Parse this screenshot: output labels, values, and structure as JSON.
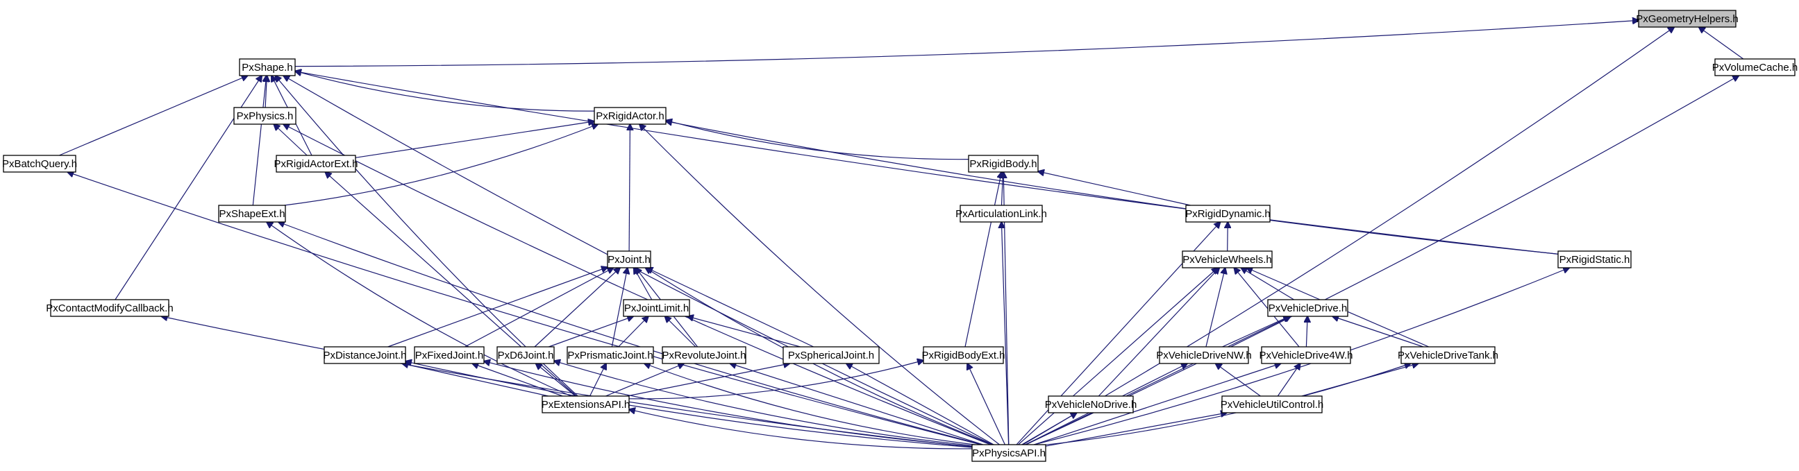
{
  "diagram": {
    "colors": {
      "edge": "#191970",
      "node_border": "#000000",
      "root_fill": "#bfbfbf",
      "node_fill": "#ffffff"
    },
    "nodes": [
      {
        "id": "geom",
        "label": "PxGeometryHelpers.h",
        "root": true
      },
      {
        "id": "shape",
        "label": "PxShape.h"
      },
      {
        "id": "volcache",
        "label": "PxVolumeCache.h"
      },
      {
        "id": "physics",
        "label": "PxPhysics.h"
      },
      {
        "id": "rigidactor",
        "label": "PxRigidActor.h"
      },
      {
        "id": "batchquery",
        "label": "PxBatchQuery.h"
      },
      {
        "id": "rigidactorext",
        "label": "PxRigidActorExt.h"
      },
      {
        "id": "rigidbody",
        "label": "PxRigidBody.h"
      },
      {
        "id": "shapeext",
        "label": "PxShapeExt.h"
      },
      {
        "id": "artlink",
        "label": "PxArticulationLink.h"
      },
      {
        "id": "rigiddynamic",
        "label": "PxRigidDynamic.h"
      },
      {
        "id": "joint",
        "label": "PxJoint.h"
      },
      {
        "id": "vwheels",
        "label": "PxVehicleWheels.h"
      },
      {
        "id": "rigidstatic",
        "label": "PxRigidStatic.h"
      },
      {
        "id": "contactmod",
        "label": "PxContactModifyCallback.h"
      },
      {
        "id": "jointlimit",
        "label": "PxJointLimit.h"
      },
      {
        "id": "vdrive",
        "label": "PxVehicleDrive.h"
      },
      {
        "id": "distjoint",
        "label": "PxDistanceJoint.h"
      },
      {
        "id": "fixedjoint",
        "label": "PxFixedJoint.h"
      },
      {
        "id": "d6joint",
        "label": "PxD6Joint.h"
      },
      {
        "id": "prisjoint",
        "label": "PxPrismaticJoint.h"
      },
      {
        "id": "revjoint",
        "label": "PxRevoluteJoint.h"
      },
      {
        "id": "sphjoint",
        "label": "PxSphericalJoint.h"
      },
      {
        "id": "rigidbodyext",
        "label": "PxRigidBodyExt.h"
      },
      {
        "id": "vdrivenw",
        "label": "PxVehicleDriveNW.h"
      },
      {
        "id": "vdrive4w",
        "label": "PxVehicleDrive4W.h"
      },
      {
        "id": "vdrivetank",
        "label": "PxVehicleDriveTank.h"
      },
      {
        "id": "extapi",
        "label": "PxExtensionsAPI.h"
      },
      {
        "id": "vnodrive",
        "label": "PxVehicleNoDrive.h"
      },
      {
        "id": "vutil",
        "label": "PxVehicleUtilControl.h"
      },
      {
        "id": "physapi",
        "label": "PxPhysicsAPI.h"
      }
    ],
    "edges": [
      [
        "geom",
        "shape"
      ],
      [
        "geom",
        "volcache"
      ],
      [
        "geom",
        "physapi"
      ],
      [
        "shape",
        "physics"
      ],
      [
        "shape",
        "rigidactor"
      ],
      [
        "shape",
        "batchquery"
      ],
      [
        "shape",
        "shapeext"
      ],
      [
        "shape",
        "rigidstatic"
      ],
      [
        "shape",
        "contactmod"
      ],
      [
        "shape",
        "physapi"
      ],
      [
        "shape",
        "rigidactorext"
      ],
      [
        "shape",
        "extapi"
      ],
      [
        "volcache",
        "physapi"
      ],
      [
        "physics",
        "rigidactorext"
      ],
      [
        "physics",
        "physapi"
      ],
      [
        "rigidactor",
        "rigidactorext"
      ],
      [
        "rigidactor",
        "shapeext"
      ],
      [
        "rigidactor",
        "rigidbody"
      ],
      [
        "rigidactor",
        "joint"
      ],
      [
        "rigidactor",
        "rigidstatic"
      ],
      [
        "rigidactor",
        "physapi"
      ],
      [
        "batchquery",
        "physapi"
      ],
      [
        "rigidactorext",
        "extapi"
      ],
      [
        "rigidbody",
        "artlink"
      ],
      [
        "rigidbody",
        "rigiddynamic"
      ],
      [
        "rigidbody",
        "rigidbodyext"
      ],
      [
        "rigidbody",
        "physapi"
      ],
      [
        "shapeext",
        "extapi"
      ],
      [
        "shapeext",
        "physapi"
      ],
      [
        "artlink",
        "physapi"
      ],
      [
        "rigiddynamic",
        "vwheels"
      ],
      [
        "rigiddynamic",
        "physapi"
      ],
      [
        "joint",
        "jointlimit"
      ],
      [
        "joint",
        "distjoint"
      ],
      [
        "joint",
        "fixedjoint"
      ],
      [
        "joint",
        "d6joint"
      ],
      [
        "joint",
        "prisjoint"
      ],
      [
        "joint",
        "revjoint"
      ],
      [
        "joint",
        "sphjoint"
      ],
      [
        "joint",
        "physapi"
      ],
      [
        "vwheels",
        "vdrive"
      ],
      [
        "vwheels",
        "vdrivenw"
      ],
      [
        "vwheels",
        "vdrive4w"
      ],
      [
        "vwheels",
        "vdrivetank"
      ],
      [
        "vwheels",
        "vnodrive"
      ],
      [
        "vwheels",
        "physapi"
      ],
      [
        "rigidstatic",
        "physapi"
      ],
      [
        "contactmod",
        "physapi"
      ],
      [
        "jointlimit",
        "d6joint"
      ],
      [
        "jointlimit",
        "prisjoint"
      ],
      [
        "jointlimit",
        "revjoint"
      ],
      [
        "jointlimit",
        "sphjoint"
      ],
      [
        "vdrive",
        "vdrivenw"
      ],
      [
        "vdrive",
        "vdrive4w"
      ],
      [
        "vdrive",
        "vdrivetank"
      ],
      [
        "vdrive",
        "physapi"
      ],
      [
        "distjoint",
        "extapi"
      ],
      [
        "distjoint",
        "physapi"
      ],
      [
        "fixedjoint",
        "extapi"
      ],
      [
        "fixedjoint",
        "physapi"
      ],
      [
        "d6joint",
        "extapi"
      ],
      [
        "d6joint",
        "physapi"
      ],
      [
        "prisjoint",
        "extapi"
      ],
      [
        "prisjoint",
        "physapi"
      ],
      [
        "revjoint",
        "extapi"
      ],
      [
        "revjoint",
        "physapi"
      ],
      [
        "sphjoint",
        "extapi"
      ],
      [
        "sphjoint",
        "physapi"
      ],
      [
        "rigidbodyext",
        "extapi"
      ],
      [
        "rigidbodyext",
        "physapi"
      ],
      [
        "vdrivenw",
        "vutil"
      ],
      [
        "vdrivenw",
        "physapi"
      ],
      [
        "vdrive4w",
        "vutil"
      ],
      [
        "vdrive4w",
        "physapi"
      ],
      [
        "vdrivetank",
        "vutil"
      ],
      [
        "vdrivetank",
        "physapi"
      ],
      [
        "extapi",
        "physapi"
      ],
      [
        "vnodrive",
        "physapi"
      ],
      [
        "vutil",
        "physapi"
      ]
    ]
  }
}
